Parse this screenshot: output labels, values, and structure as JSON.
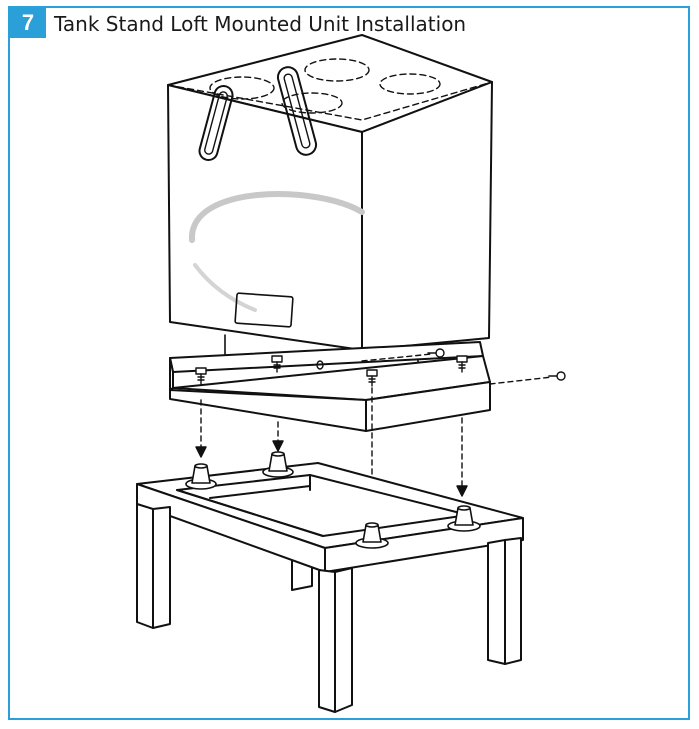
{
  "step": {
    "number": "7",
    "title": "Tank Stand Loft Mounted Unit Installation"
  },
  "accent_color": "#2a9fd8",
  "illustration": {
    "parts": [
      "ventilation-unit",
      "mounting-tray",
      "tank-stand",
      "anti-vibration-feet",
      "fixing-screws",
      "guide-arrows"
    ]
  }
}
